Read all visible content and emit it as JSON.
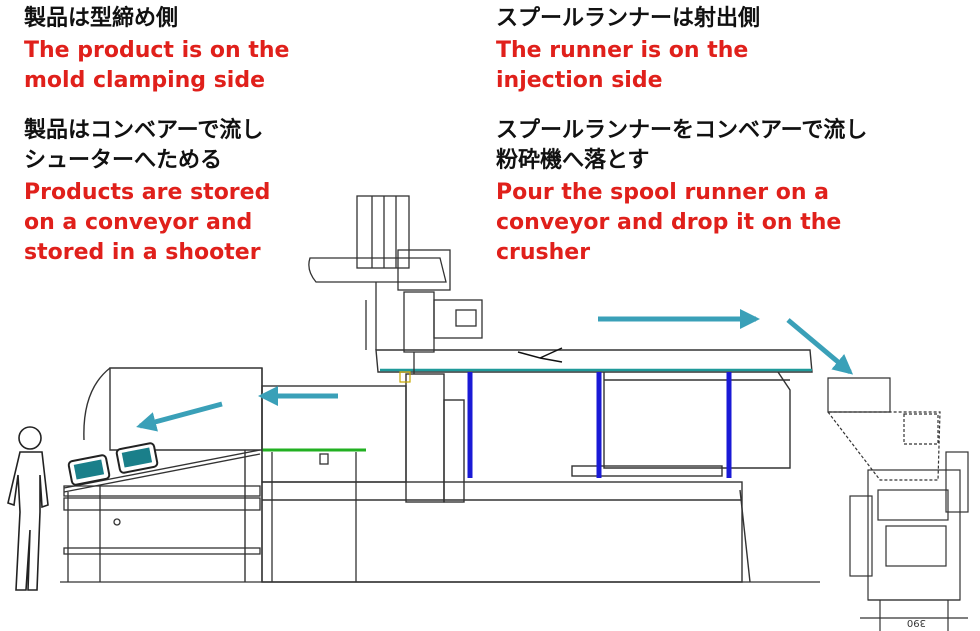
{
  "left": {
    "header_jp": "製品は型締め側",
    "header_en_1": "The product is on the",
    "header_en_2": "mold clamping side",
    "body_jp_1": "製品はコンベアーで流し",
    "body_jp_2": "シューターへためる",
    "body_en_1": "Products are stored",
    "body_en_2": "on a conveyor and",
    "body_en_3": "stored in a shooter"
  },
  "right": {
    "header_jp": "スプールランナーは射出側",
    "header_en_1": "The runner is on the",
    "header_en_2": "injection side",
    "body_jp_1": "スプールランナーをコンベアーで流し",
    "body_jp_2": "粉砕機へ落とす",
    "body_en_1": "Pour the spool runner on a",
    "body_en_2": "conveyor and drop it on the",
    "body_en_3": "crusher"
  },
  "crusher_label": "390",
  "colors": {
    "jp_text": "#111111",
    "en_text": "#e0201b",
    "flow_arrow": "#3aa0b8",
    "tie_bar": "#1a1ad6",
    "conveyor_belt": "#1f9a9a",
    "green_edge": "#22b022",
    "line": "#333333"
  }
}
